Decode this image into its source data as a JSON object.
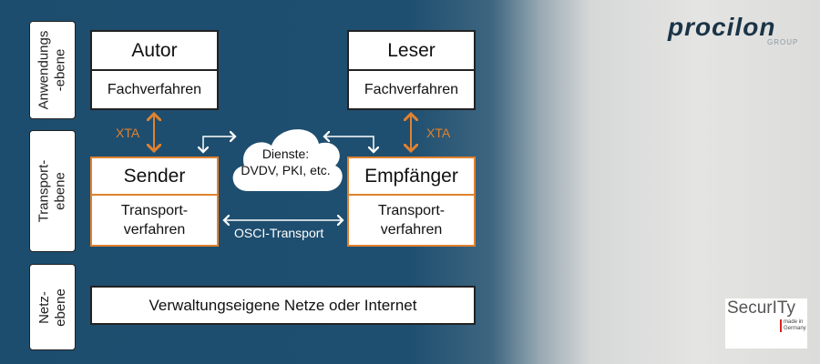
{
  "layers": {
    "application": "Anwendungs\n-ebene",
    "transport": "Transport-\nebene",
    "network": "Netz-\nebene"
  },
  "author": {
    "title": "Autor",
    "sub": "Fachverfahren"
  },
  "reader": {
    "title": "Leser",
    "sub": "Fachverfahren"
  },
  "sender": {
    "title": "Sender",
    "sub": "Transport-\nverfahren"
  },
  "receiver": {
    "title": "Empfänger",
    "sub": "Transport-\nverfahren"
  },
  "xta_left": "XTA",
  "xta_right": "XTA",
  "cloud": {
    "line1": "Dienste:",
    "line2": "DVDV, PKI, etc."
  },
  "osci": "OSCI-Transport",
  "network_box": "Verwaltungseigene Netze oder Internet",
  "logo": {
    "name": "procilon",
    "sub": "GROUP"
  },
  "seal": {
    "text": "SecurITy",
    "sub": "made in Germany"
  },
  "colors": {
    "background": "#1f4f70",
    "accent": "#e0822f"
  }
}
